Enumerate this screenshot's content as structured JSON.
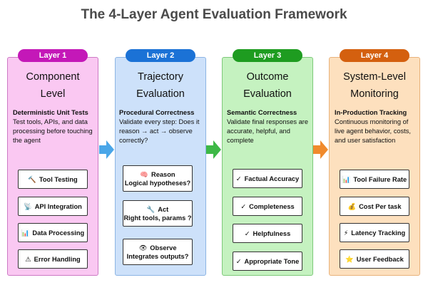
{
  "title": "The 4-Layer Agent Evaluation Framework",
  "colors": {
    "layer1": {
      "accent": "#c418b8",
      "bg": "#fac8f2",
      "border": "#cc79c4"
    },
    "layer2": {
      "accent": "#1b72d6",
      "bg": "#cde1fa",
      "border": "#8cb4e4"
    },
    "layer3": {
      "accent": "#1e9c20",
      "bg": "#c5f2c0",
      "border": "#7ec97a"
    },
    "layer4": {
      "accent": "#d4600f",
      "bg": "#fde0be",
      "border": "#e8b27a"
    },
    "arrows": [
      "#4aa6e8",
      "#3db846",
      "#f08a2c"
    ]
  },
  "layers": [
    {
      "tag": "Layer 1",
      "heading_line1": "Component",
      "heading_line2": "Level",
      "desc_title": "Deterministic Unit Tests",
      "desc_body": "Test tools, APIs, and data processing before touching the agent",
      "items": [
        {
          "icon": "hammer-icon",
          "glyph": "🔨",
          "label": "Tool Testing"
        },
        {
          "icon": "satellite-icon",
          "glyph": "📡",
          "label": "API Integration"
        },
        {
          "icon": "bar-chart-icon",
          "glyph": "📊",
          "label": "Data Processing"
        },
        {
          "icon": "warning-icon",
          "glyph": "⚠",
          "label": "Error Handling"
        }
      ]
    },
    {
      "tag": "Layer 2",
      "heading_line1": "Trajectory",
      "heading_line2": "Evaluation",
      "desc_title": "Procedural Correctness",
      "desc_body": "Validate every step: Does it reason → act → observe correctly?",
      "items": [
        {
          "icon": "brain-icon",
          "glyph": "🧠",
          "label": "Reason",
          "sub": "Logical hypotheses?"
        },
        {
          "icon": "wrench-icon",
          "glyph": "🔧",
          "label": "Act",
          "sub": "Right tools, params ?"
        },
        {
          "icon": "eye-icon",
          "glyph": "👁",
          "label": "Observe",
          "sub": "Integrates outputs?"
        }
      ]
    },
    {
      "tag": "Layer 3",
      "heading_line1": "Outcome",
      "heading_line2": "Evaluation",
      "desc_title": "Semantic Correctness",
      "desc_body": "Validate final responses are accurate, helpful, and complete",
      "items": [
        {
          "icon": "check-icon",
          "glyph": "✓",
          "label": "Factual Accuracy"
        },
        {
          "icon": "check-icon",
          "glyph": "✓",
          "label": "Completeness"
        },
        {
          "icon": "check-icon",
          "glyph": "✓",
          "label": "Helpfulness"
        },
        {
          "icon": "check-icon",
          "glyph": "✓",
          "label": "Appropriate Tone"
        }
      ]
    },
    {
      "tag": "Layer 4",
      "heading_line1": "System-Level",
      "heading_line2": "Monitoring",
      "desc_title": "In-Production Tracking",
      "desc_body": "Continuous monitoring of live agent behavior, costs, and user satisfaction",
      "items": [
        {
          "icon": "bar-chart-icon",
          "glyph": "📊",
          "label": "Tool Failure Rate"
        },
        {
          "icon": "money-bag-icon",
          "glyph": "💰",
          "label": "Cost Per task"
        },
        {
          "icon": "lightning-icon",
          "glyph": "⚡",
          "label": "Latency Tracking"
        },
        {
          "icon": "star-icon",
          "glyph": "⭐",
          "label": "User Feedback"
        }
      ]
    }
  ]
}
